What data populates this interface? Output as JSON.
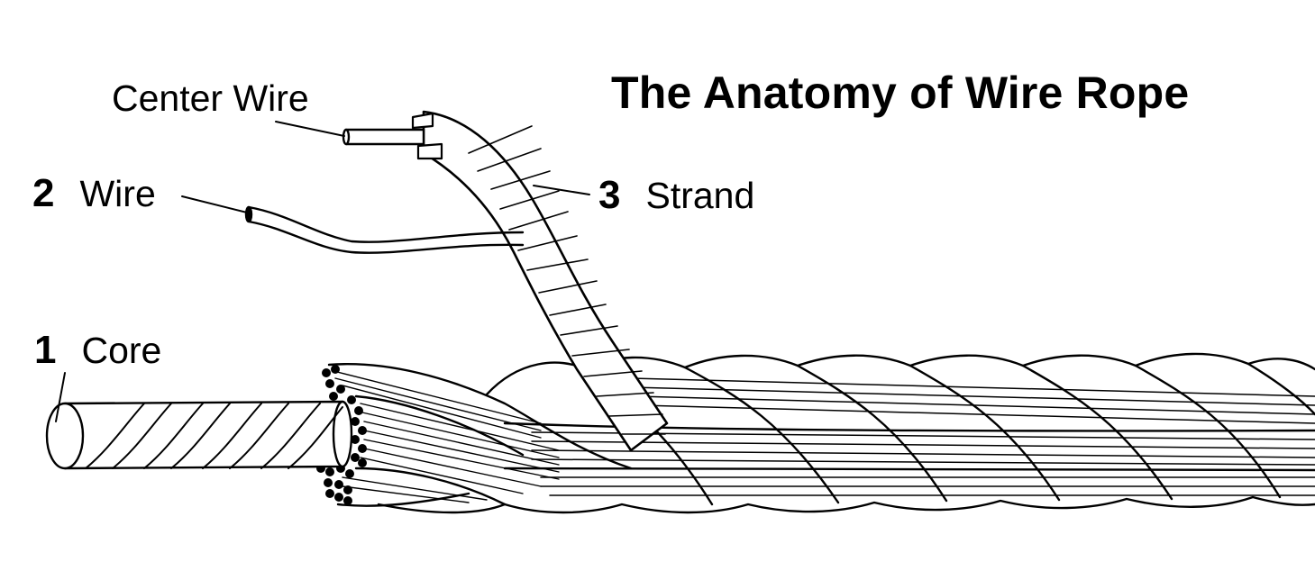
{
  "title": "The Anatomy of Wire Rope",
  "labels": {
    "center_wire": {
      "text": "Center Wire"
    },
    "wire": {
      "number": "2",
      "text": "Wire"
    },
    "strand": {
      "number": "3",
      "text": "Strand"
    },
    "core": {
      "number": "1",
      "text": "Core"
    }
  },
  "colors": {
    "ink": "#000000",
    "background": "#ffffff"
  }
}
